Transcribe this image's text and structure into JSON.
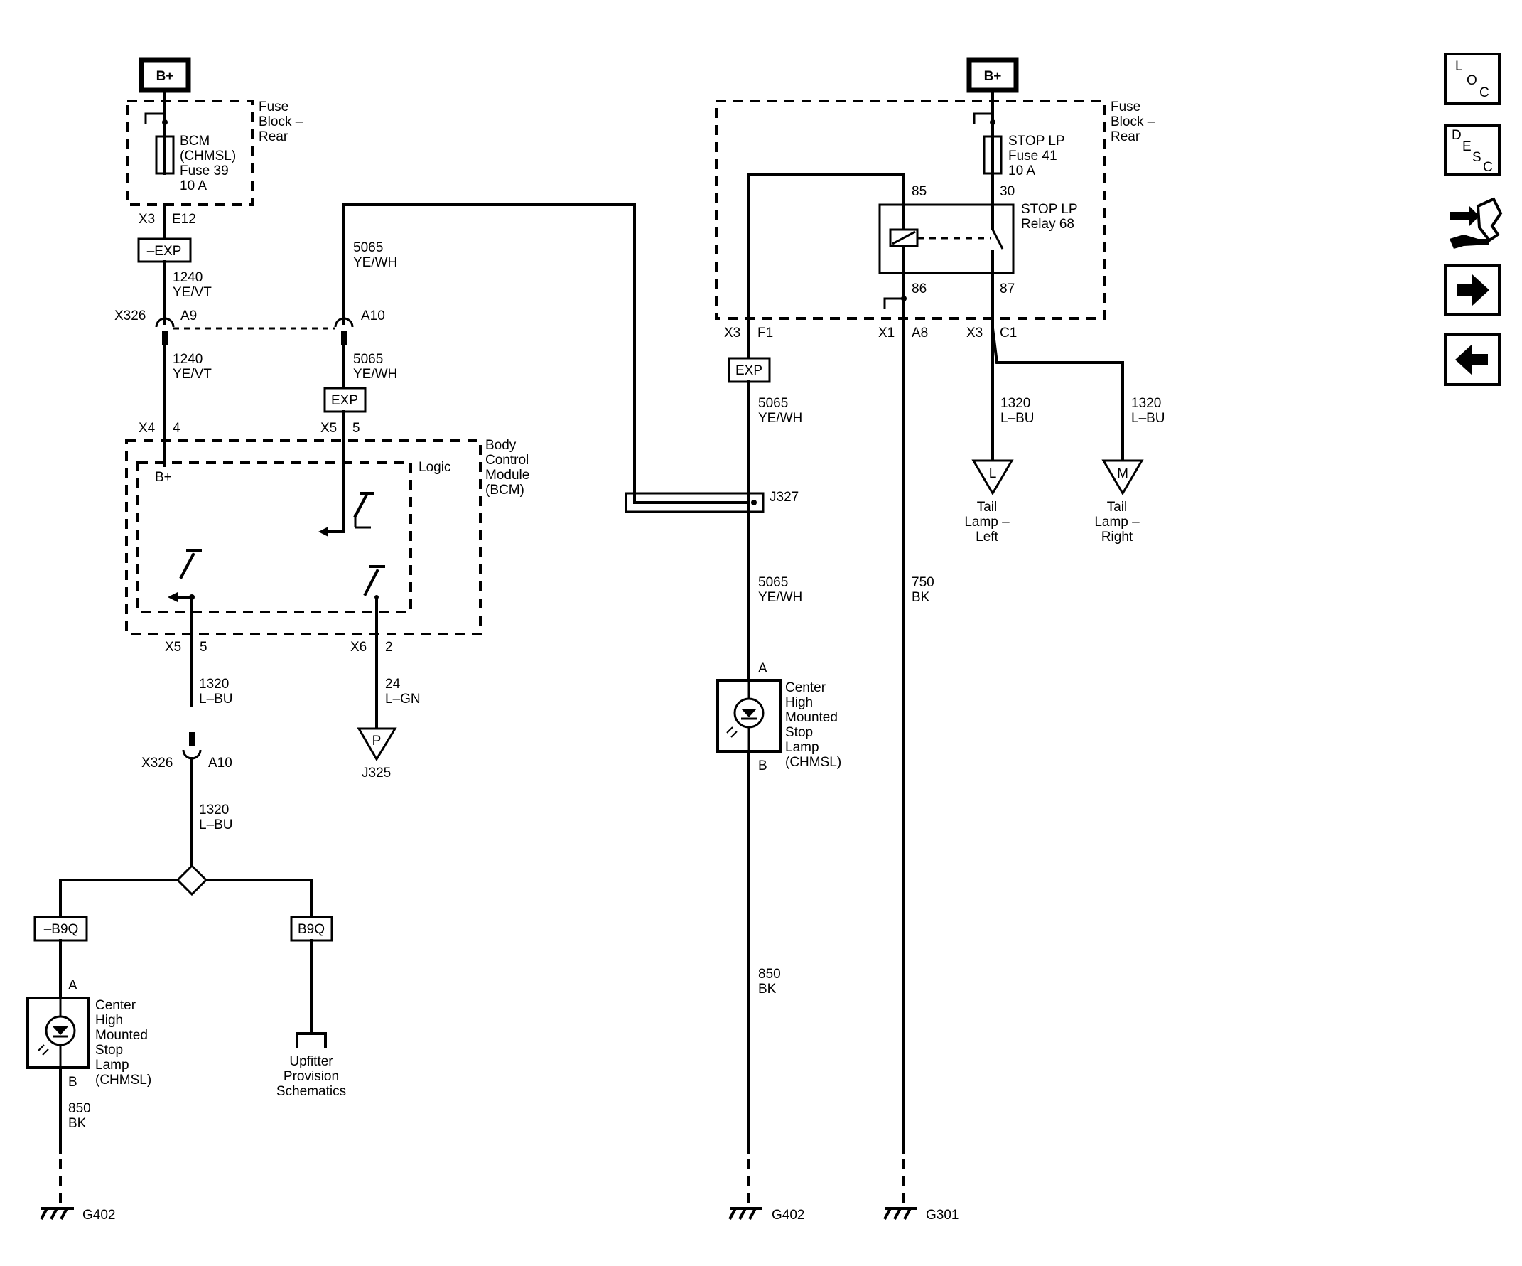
{
  "left_circuit": {
    "bplus": "B+",
    "fuse_block_lines": [
      "Fuse",
      "Block –",
      "Rear"
    ],
    "fuse_label_lines": [
      "BCM",
      "(CHMSL)",
      "Fuse 39",
      "10 A"
    ],
    "conn_x3": "X3",
    "pin_e12": "E12",
    "exp_tag": "–EXP",
    "wire_1240_a": [
      "1240",
      "YE/VT"
    ],
    "conn_x326": "X326",
    "pin_a9": "A9",
    "pin_a10": "A10",
    "wire_1240_b": [
      "1240",
      "YE/VT"
    ],
    "wire_5065_top": [
      "5065",
      "YE/WH"
    ],
    "wire_5065_mid": [
      "5065",
      "YE/WH"
    ],
    "exp_tag2": "EXP",
    "conn_x4": "X4",
    "pin_4": "4",
    "conn_x5": "X5",
    "pin_5": "5",
    "bcm_lines": [
      "Body",
      "Control",
      "Module",
      "(BCM)"
    ],
    "logic": "Logic",
    "bcm_bplus": "B+",
    "conn_x5b": "X5",
    "pin_5b": "5",
    "conn_x6": "X6",
    "pin_2": "2",
    "wire_1320_a": [
      "1320",
      "L–BU"
    ],
    "wire_24": [
      "24",
      "L–GN"
    ],
    "tag_p": "P",
    "j325": "J325",
    "conn_x326b": "X326",
    "pin_a10b": "A10",
    "wire_1320_b": [
      "1320",
      "L–BU"
    ],
    "opt_b9q_neg": "–B9Q",
    "opt_b9q": "B9Q",
    "lamp_pin_a": "A",
    "lamp_pin_b": "B",
    "lamp_lines": [
      "Center",
      "High",
      "Mounted",
      "Stop",
      "Lamp",
      "(CHMSL)"
    ],
    "wire_850": [
      "850",
      "BK"
    ],
    "ground": "G402",
    "upfitter_lines": [
      "Upfitter",
      "Provision",
      "Schematics"
    ]
  },
  "right_circuit": {
    "bplus": "B+",
    "fuse_block_lines": [
      "Fuse",
      "Block –",
      "Rear"
    ],
    "fuse_label_lines": [
      "STOP LP",
      "Fuse 41",
      "10 A"
    ],
    "relay_lines": [
      "STOP  LP",
      "Relay 68"
    ],
    "pin_85": "85",
    "pin_30": "30",
    "pin_86": "86",
    "pin_87": "87",
    "conn_x3": "X3",
    "pin_f1": "F1",
    "conn_x1": "X1",
    "pin_a8": "A8",
    "conn_x3b": "X3",
    "pin_c1": "C1",
    "exp_tag": "EXP",
    "wire_5065_a": [
      "5065",
      "YE/WH"
    ],
    "j327": "J327",
    "wire_5065_b": [
      "5065",
      "YE/WH"
    ],
    "wire_750": [
      "750",
      "BK"
    ],
    "wire_1320_l": [
      "1320",
      "L–BU"
    ],
    "wire_1320_r": [
      "1320",
      "L–BU"
    ],
    "tag_l": "L",
    "tag_m": "M",
    "tail_left_lines": [
      "Tail",
      "Lamp –",
      "Left"
    ],
    "tail_right_lines": [
      "Tail",
      "Lamp –",
      "Right"
    ],
    "lamp_pin_a": "A",
    "lamp_pin_b": "B",
    "lamp_lines": [
      "Center",
      "High",
      "Mounted",
      "Stop",
      "Lamp",
      "(CHMSL)"
    ],
    "wire_850": [
      "850",
      "BK"
    ],
    "ground_g402": "G402",
    "ground_g301": "G301"
  },
  "side_nav": {
    "loc": [
      "L",
      "O",
      "C"
    ],
    "desc": [
      "D",
      "E",
      "S",
      "C"
    ],
    "connector_icon": "connector-end-view-icon",
    "next_icon": "arrow-right-icon",
    "prev_icon": "arrow-left-icon"
  }
}
